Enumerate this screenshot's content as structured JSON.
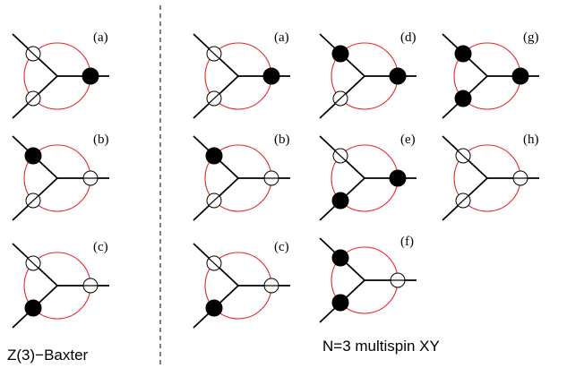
{
  "captions": {
    "left": "Z(3)−Baxter",
    "right": "N=3 multispin XY"
  },
  "colors": {
    "ring": "#e8262a",
    "line": "#000000",
    "divider": "#000000"
  },
  "legend_semantics": {
    "filled-marker": "filled circle",
    "open-marker": "open circle"
  },
  "groups": [
    {
      "name": "z3-baxter",
      "diagrams": [
        {
          "label": "(a)",
          "markers": {
            "upper": "open",
            "lower": "open",
            "right": "filled"
          }
        },
        {
          "label": "(b)",
          "markers": {
            "upper": "filled",
            "lower": "open",
            "right": "open"
          }
        },
        {
          "label": "(c)",
          "markers": {
            "upper": "open",
            "lower": "filled",
            "right": "open"
          }
        }
      ]
    },
    {
      "name": "multispin-xy",
      "diagrams": [
        {
          "label": "(a)",
          "markers": {
            "upper": "open",
            "lower": "open",
            "right": "filled"
          }
        },
        {
          "label": "(b)",
          "markers": {
            "upper": "filled",
            "lower": "open",
            "right": "open"
          }
        },
        {
          "label": "(c)",
          "markers": {
            "upper": "open",
            "lower": "filled",
            "right": "open"
          }
        },
        {
          "label": "(d)",
          "markers": {
            "upper": "filled",
            "lower": "open",
            "right": "filled"
          }
        },
        {
          "label": "(e)",
          "markers": {
            "upper": "open",
            "lower": "filled",
            "right": "filled"
          }
        },
        {
          "label": "(f)",
          "markers": {
            "upper": "filled",
            "lower": "filled",
            "right": "open"
          }
        },
        {
          "label": "(g)",
          "markers": {
            "upper": "filled",
            "lower": "filled",
            "right": "filled"
          }
        },
        {
          "label": "(h)",
          "markers": {
            "upper": "open",
            "lower": "open",
            "right": "open"
          }
        }
      ]
    }
  ]
}
